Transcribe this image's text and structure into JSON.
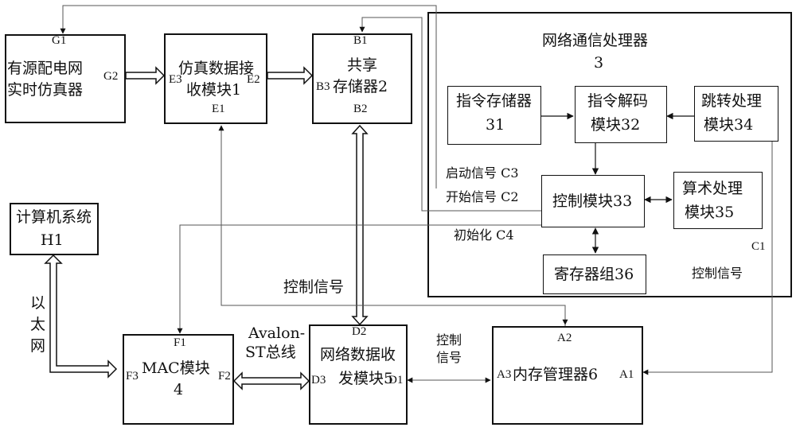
{
  "blocks": {
    "realtime_sim": {
      "line1": "有源配电网",
      "line2": "实时仿真器",
      "port_top": "G1",
      "port_right": "G2"
    },
    "sim_receive": {
      "line1": "仿真数据接",
      "line2": "收模块1",
      "port_top": "E3",
      "port_right": "E2",
      "port_bottom": "E1"
    },
    "shared_mem": {
      "line1": "共享",
      "line2": "存储器2",
      "port_top": "B1",
      "port_left": "B3",
      "port_bottom": "B2"
    },
    "net_processor": {
      "title": "网络通信处理器",
      "number": "3"
    },
    "instr_store": {
      "line1": "指令存储器",
      "line2": "31"
    },
    "instr_decode": {
      "line1": "指令解码",
      "line2": "模块32"
    },
    "jump_proc": {
      "line1": "跳转处理",
      "line2": "模块34"
    },
    "control": {
      "label": "控制模块33"
    },
    "arith": {
      "line1": "算术处理",
      "line2": "模块35"
    },
    "reg_group": {
      "label": "寄存器组36"
    },
    "computer": {
      "line1": "计算机系统",
      "line2": "H1"
    },
    "mac": {
      "line1": "MAC模块",
      "line2": "4",
      "port_top": "F1",
      "port_left": "F3",
      "port_right": "F2"
    },
    "net_txrx": {
      "line1": "网络数据收",
      "line2": "发模块5",
      "port_top": "D2",
      "port_left": "D3",
      "port_right": "D1"
    },
    "mem_mgr": {
      "label": "内存管理器6",
      "port_top": "A2",
      "port_left": "A3",
      "port_right": "A1"
    }
  },
  "signals": {
    "start_signal": "启动信号 C3",
    "begin_signal": "开始信号 C2",
    "init_signal": "初始化 C4",
    "c1": "C1",
    "ctrl_signal_right": "控制信号",
    "ctrl_signal_mid": "控制信号",
    "ctrl_signal_bottom_1": "控制",
    "ctrl_signal_bottom_2": "信号",
    "avalon_1": "Avalon-",
    "avalon_2": "ST总线",
    "ethernet_1": "以",
    "ethernet_2": "太",
    "ethernet_3": "网"
  }
}
